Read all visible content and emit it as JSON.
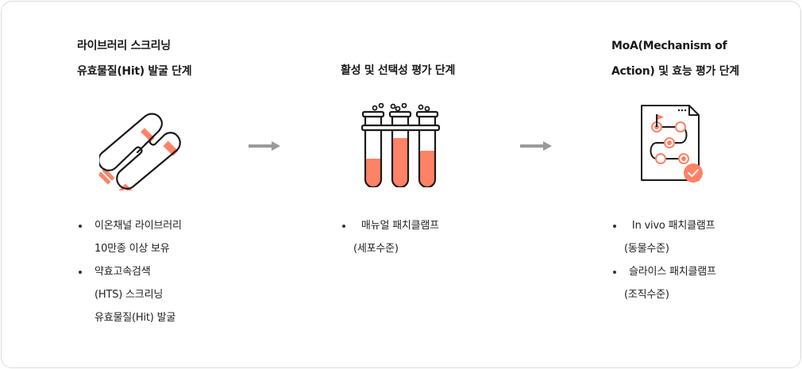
{
  "colors": {
    "accent": "#FF8266",
    "outline": "#1a1a1a",
    "arrow": "#9a9a9a",
    "border": "#dcdcdc"
  },
  "stages": [
    {
      "title_lines": [
        "라이브러리 스크리닝",
        "유효물질(Hit) 발굴 단계"
      ],
      "icon": "chromosome-icon",
      "bullets": [
        {
          "lines": [
            "이온채널 라이브러리",
            "10만종 이상 보유"
          ]
        },
        {
          "lines": [
            "약효고속검색",
            "(HTS) 스크리닝",
            "유효물질(Hit) 발굴"
          ]
        }
      ]
    },
    {
      "title_lines": [
        "활성 및 선택성 평가 단계"
      ],
      "icon": "test-tubes-icon",
      "bullets": [
        {
          "lines": [
            " 매뉴얼 패치클램프",
            "(세포수준)"
          ]
        }
      ]
    },
    {
      "title_lines": [
        "MoA(Mechanism of",
        "Action) 및 효능 평가 단계"
      ],
      "icon": "roadmap-document-icon",
      "bullets": [
        {
          "lines": [
            " In vivo 패치클램프",
            "(동물수준)"
          ]
        },
        {
          "lines": [
            "슬라이스 패치클램프",
            "(조직수준)"
          ]
        }
      ]
    }
  ],
  "arrows": [
    "arrow-right-icon",
    "arrow-right-icon"
  ]
}
